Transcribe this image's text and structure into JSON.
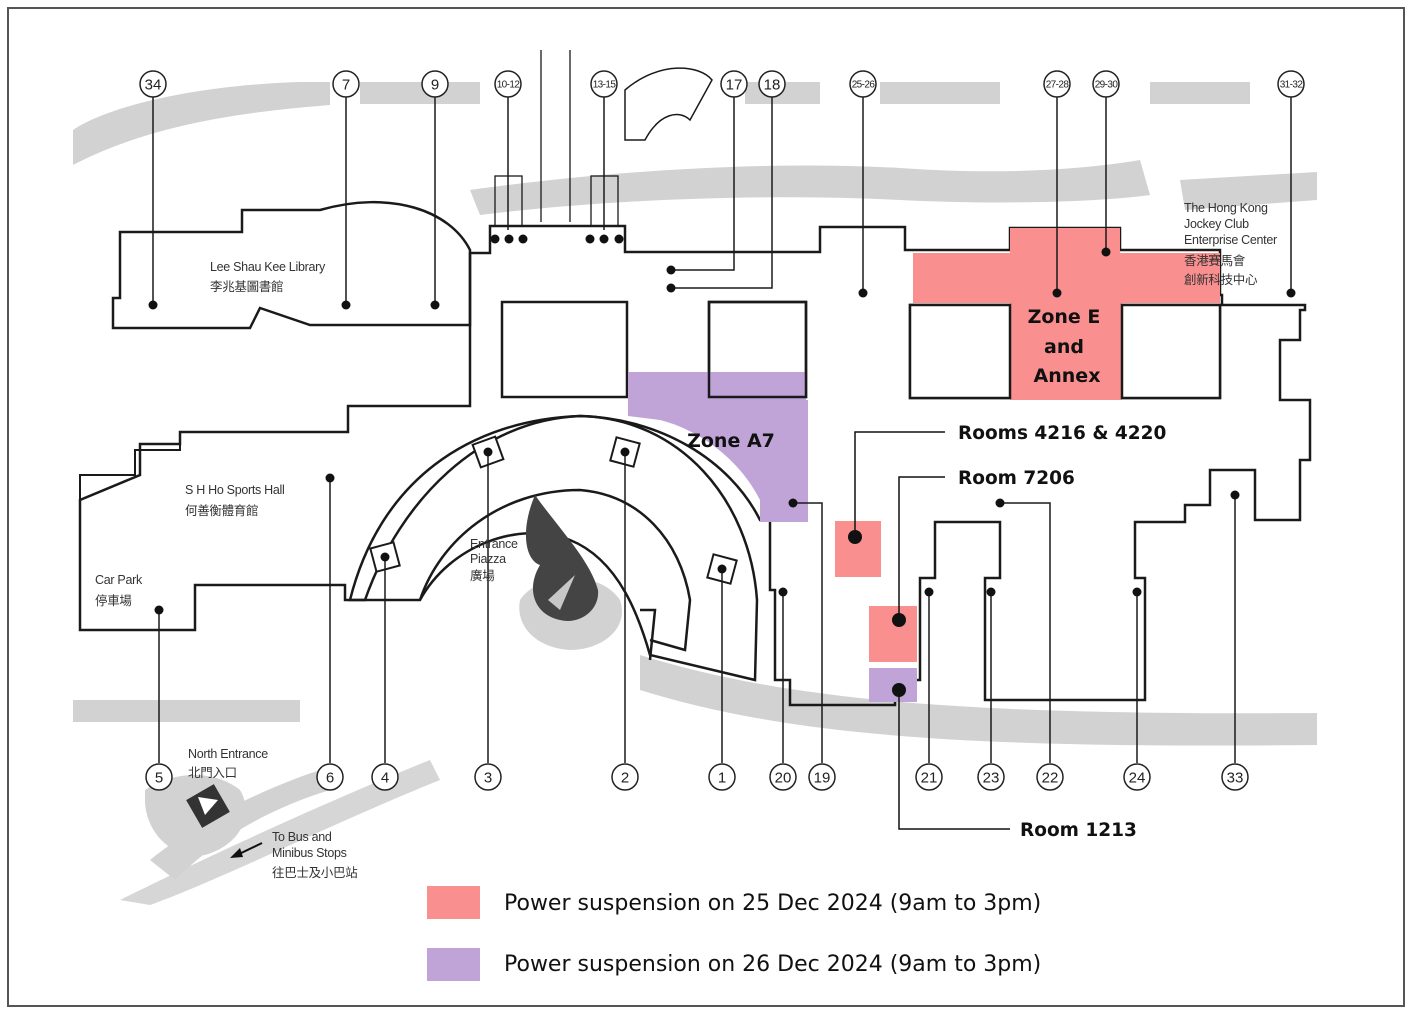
{
  "colors": {
    "dec25": "#fa8f8f",
    "dec26": "#c0a4d8",
    "road": "#d2d2d2",
    "outline": "#1a1a1a"
  },
  "places": {
    "library_en": "Lee Shau Kee Library",
    "library_zh": "李兆基圖書館",
    "sports_en": "S H Ho Sports Hall",
    "sports_zh": "何善衡體育館",
    "carpark_en": "Car Park",
    "carpark_zh": "停車場",
    "piazza_en1": "Entrance",
    "piazza_en2": "Piazza",
    "piazza_zh": "廣場",
    "north_en": "North Entrance",
    "north_zh": "北門入口",
    "bus_en1": "To Bus and",
    "bus_en2": "Minibus Stops",
    "bus_zh": "往巴士及小巴站",
    "jockey_en1": "The Hong Kong",
    "jockey_en2": "Jockey Club",
    "jockey_en3": "Enterprise Center",
    "jockey_zh1": "香港賽馬會",
    "jockey_zh2": "創新科技中心"
  },
  "zones": {
    "zone_e_line1": "Zone E",
    "zone_e_line2": "and",
    "zone_e_line3": "Annex",
    "zone_a7": "Zone A7"
  },
  "callouts": {
    "rooms_4216": "Rooms 4216 & 4220",
    "room_7206": "Room 7206",
    "room_1213": "Room 1213"
  },
  "top_pins": [
    "34",
    "7",
    "9",
    "10-12",
    "13-15",
    "17",
    "18",
    "25-26",
    "27-28",
    "29-30",
    "31-32"
  ],
  "bottom_pins": [
    "5",
    "6",
    "4",
    "3",
    "2",
    "1",
    "20",
    "19",
    "21",
    "23",
    "22",
    "24",
    "33"
  ],
  "legend": [
    {
      "label": "Power suspension on 25 Dec 2024 (9am to 3pm)",
      "color_key": "dec25"
    },
    {
      "label": "Power suspension on 26 Dec 2024 (9am to 3pm)",
      "color_key": "dec26"
    }
  ]
}
